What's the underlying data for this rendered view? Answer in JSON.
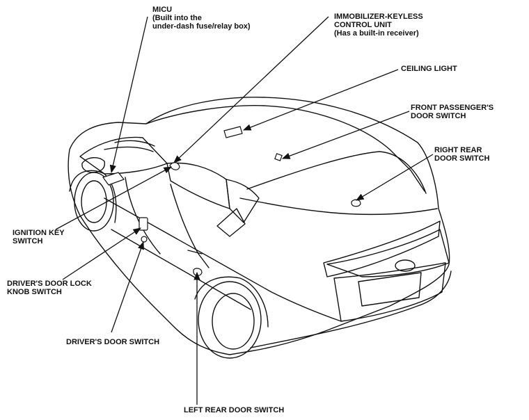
{
  "labels": {
    "micu": {
      "line1": "MICU",
      "line2": "(Built into the",
      "line3": "under-dash fuse/relay box)"
    },
    "immobilizer": {
      "line1": "IMMOBILIZER-KEYLESS",
      "line2": "CONTROL UNIT",
      "line3": "(Has a built-in receiver)"
    },
    "ceiling_light": "CEILING LIGHT",
    "front_passenger_door_switch": {
      "line1": "FRONT PASSENGER'S",
      "line2": "DOOR SWITCH"
    },
    "right_rear_door_switch": {
      "line1": "RIGHT REAR",
      "line2": "DOOR SWITCH"
    },
    "ignition_key_switch": {
      "line1": "IGNITION KEY",
      "line2": "SWITCH"
    },
    "drivers_door_lock_knob_switch": {
      "line1": "DRIVER'S DOOR LOCK",
      "line2": "KNOB SWITCH"
    },
    "drivers_door_switch": "DRIVER'S DOOR SWITCH",
    "left_rear_door_switch": "LEFT REAR DOOR SWITCH"
  },
  "colors": {
    "ink": "#111111",
    "background": "#ffffff"
  }
}
